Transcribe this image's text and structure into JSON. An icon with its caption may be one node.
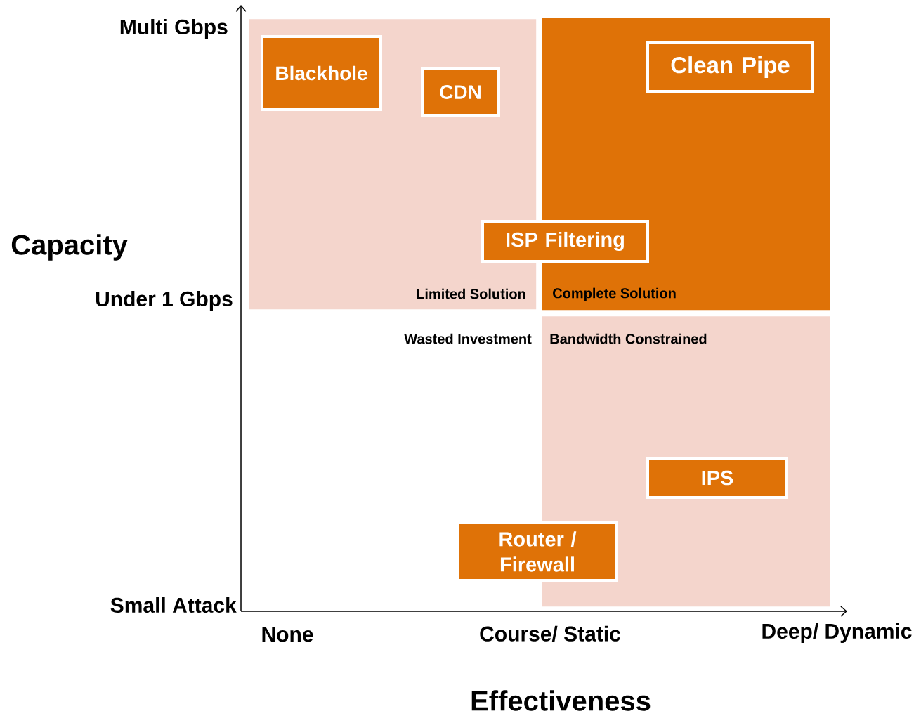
{
  "diagram": {
    "nodes": [
      {
        "text": [
          "Limited Solution"
        ]
      },
      {
        "text": [
          "Complete Solution"
        ]
      },
      {
        "text": [
          "Bandwidth Constrained"
        ]
      },
      {
        "text": [
          "Blackhole"
        ],
        "in": 0
      },
      {
        "text": [
          "CDN"
        ],
        "in": 0
      },
      {
        "text": [
          "Clean Pipe"
        ],
        "in": 1
      },
      {
        "text": [
          "ISP Filtering"
        ]
      },
      {
        "text": [
          "IPS"
        ],
        "in": 2
      },
      {
        "text": [
          "Router / Firewall"
        ]
      }
    ],
    "labels": [
      "Multi Gbps",
      "Capacity",
      "Under 1 Gbps",
      "Wasted Investment",
      "Small Attack",
      "None",
      "Course/ Static",
      "Deep/ Dynamic",
      "Effectiveness"
    ]
  }
}
